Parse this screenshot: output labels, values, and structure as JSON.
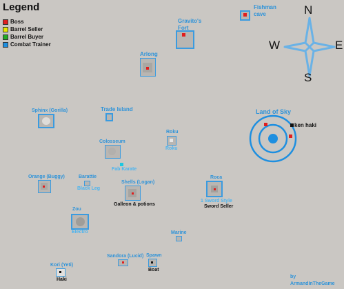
{
  "legend": {
    "title": "Legend",
    "items": [
      {
        "label": "Boss",
        "color": "#e01e1e"
      },
      {
        "label": "Barrel Seller",
        "color": "#e6e600"
      },
      {
        "label": "Barrel Buyer",
        "color": "#22aa22"
      },
      {
        "label": "Combat Trainer",
        "color": "#1e8fe0"
      }
    ]
  },
  "compass": {
    "n": "N",
    "s": "S",
    "e": "E",
    "w": "W",
    "color": "#6ab2e6"
  },
  "labels": {
    "fishman_cave": "Fishman\ncave",
    "gravitos_fort": "Gravito's\nFort",
    "arlong": "Arlong",
    "land_of_sky": "Land of Sky",
    "ken_haki": "ken haki",
    "sphinx": "Sphinx (Gorilla)",
    "trade_island": "Trade Island",
    "roku": "Roku",
    "roku_sub": "Roku",
    "colosseum": "Colosseum",
    "fab_karate": "Fab Karate",
    "orange": "Orange (Buggy)",
    "barattie": "Barattie",
    "black_leg": "Black Leg",
    "shells": "Shells (Logan)",
    "galleon": "Galleon & potions",
    "roca": "Roca",
    "sword_style": "1 Sword Style",
    "sword_seller": "Sword Seller",
    "zou": "Zou",
    "electro": "Electro",
    "marine": "Marine",
    "sandora": "Sandora (Lucid)",
    "spawn": "Spawn",
    "boat": "Boat",
    "kori": "Kori (Yeti)",
    "haki": "Haki",
    "credit_by": "by",
    "credit_name": "ArmandInTheGame"
  }
}
